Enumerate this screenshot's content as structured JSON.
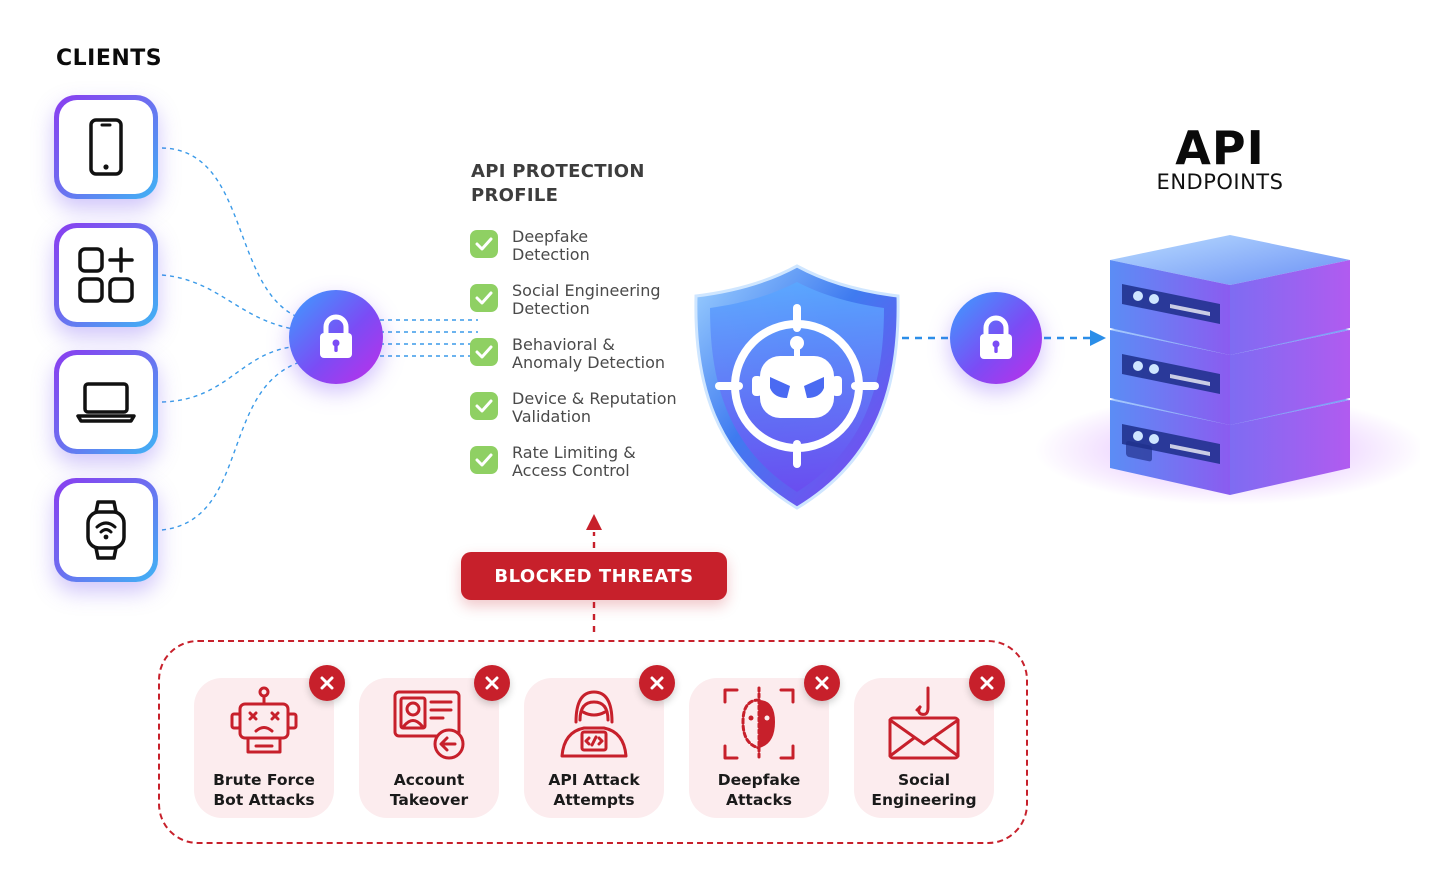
{
  "clients": {
    "title": "CLIENTS",
    "items": [
      {
        "name": "phone",
        "icon": "smartphone-icon"
      },
      {
        "name": "apps",
        "icon": "apps-grid-icon"
      },
      {
        "name": "laptop",
        "icon": "laptop-icon"
      },
      {
        "name": "watch",
        "icon": "smartwatch-icon"
      }
    ]
  },
  "profile": {
    "title": "API PROTECTION PROFILE",
    "items": [
      {
        "line1": "Deepfake",
        "line2": "Detection"
      },
      {
        "line1": "Social Engineering",
        "line2": "Detection"
      },
      {
        "line1": "Behavioral &",
        "line2": "Anomaly Detection"
      },
      {
        "line1": "Device & Reputation",
        "line2": "Validation"
      },
      {
        "line1": "Rate Limiting &",
        "line2": "Access Control"
      }
    ]
  },
  "api": {
    "title": "API",
    "subtitle": "ENDPOINTS"
  },
  "blocked": {
    "label": "BLOCKED THREATS",
    "threats": [
      {
        "line1": "Brute Force",
        "line2": "Bot Attacks",
        "icon": "dead-robot-icon"
      },
      {
        "line1": "Account",
        "line2": "Takeover",
        "icon": "id-card-takeover-icon"
      },
      {
        "line1": "API Attack",
        "line2": "Attempts",
        "icon": "hacker-code-icon"
      },
      {
        "line1": "Deepfake",
        "line2": "Attacks",
        "icon": "face-scan-icon"
      },
      {
        "line1": "Social",
        "line2": "Engineering",
        "icon": "phishing-mail-icon"
      }
    ]
  },
  "colors": {
    "threat_red": "#c7202b",
    "check_green": "#8fd063",
    "gradient_purple": "#7b4cf5",
    "gradient_blue": "#3aa0ff",
    "wire_blue": "#2b8ee8"
  }
}
